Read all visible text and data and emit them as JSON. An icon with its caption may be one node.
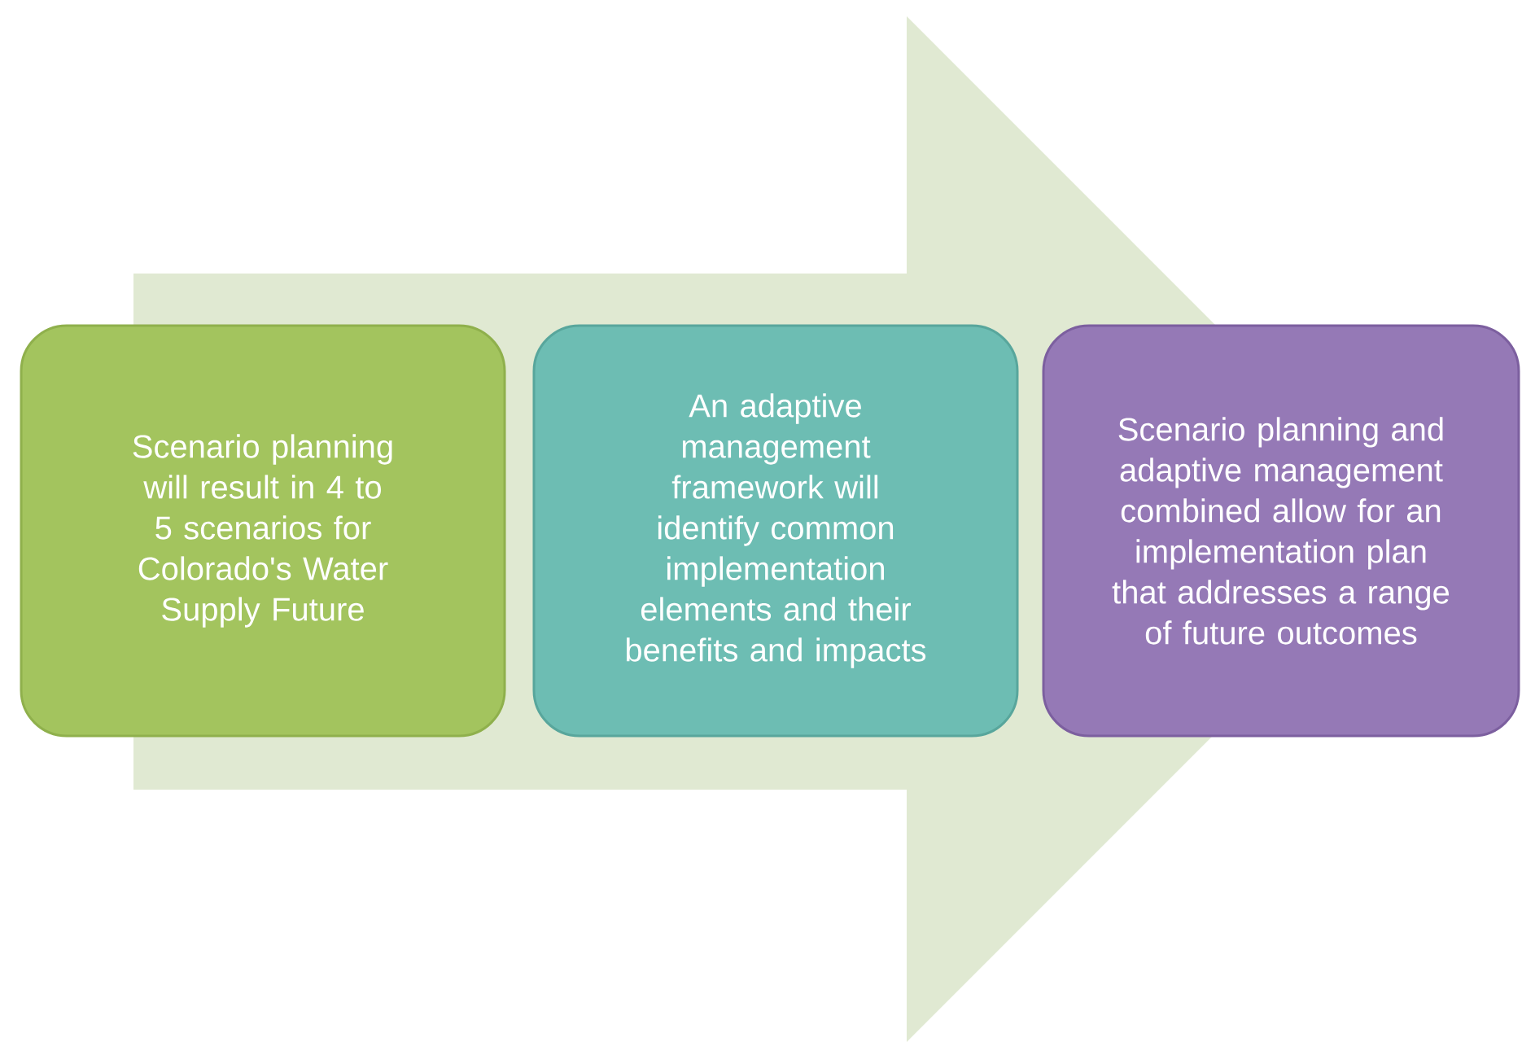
{
  "diagram": {
    "nodes": [
      {
        "text": [
          "Scenario planning will result in 4 to 5 scenarios for Colorado's Water Supply Future"
        ]
      },
      {
        "text": [
          "An adaptive management framework will identify common implementation elements and their benefits and impacts"
        ]
      },
      {
        "text": [
          "Scenario planning and adaptive management combined allow for an implementation plan that addresses a range of future outcomes"
        ]
      }
    ],
    "edges": [
      {
        "from": 0,
        "to": 2,
        "arrow": "to"
      }
    ]
  }
}
